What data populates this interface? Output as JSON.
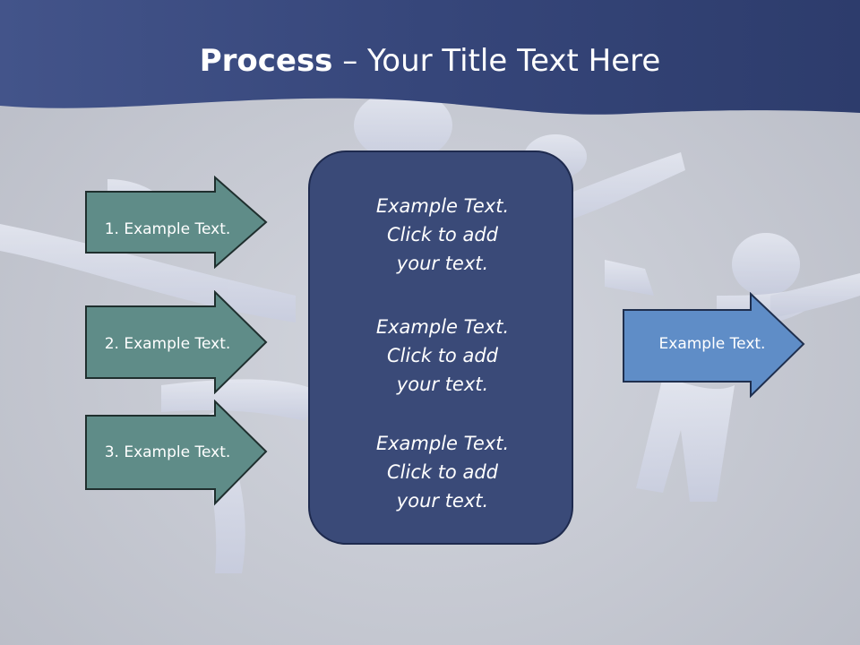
{
  "slide": {
    "title_bold": "Process",
    "title_rest": " – Your Title Text Here"
  },
  "inputs": [
    {
      "label": "1. Example Text."
    },
    {
      "label": "2. Example Text."
    },
    {
      "label": "3. Example Text."
    }
  ],
  "center_box": {
    "paragraphs": [
      "Example Text.\nClick  to add\nyour text.",
      "Example Text.\nClick  to add\nyour text.",
      "Example Text.\nClick  to add\nyour text."
    ]
  },
  "output": {
    "label": "Example Text."
  },
  "colors": {
    "header": "#2f3f6e",
    "input_arrow": "#5f8c88",
    "output_arrow": "#5f8dc7",
    "center_box": "#3a4a78"
  }
}
